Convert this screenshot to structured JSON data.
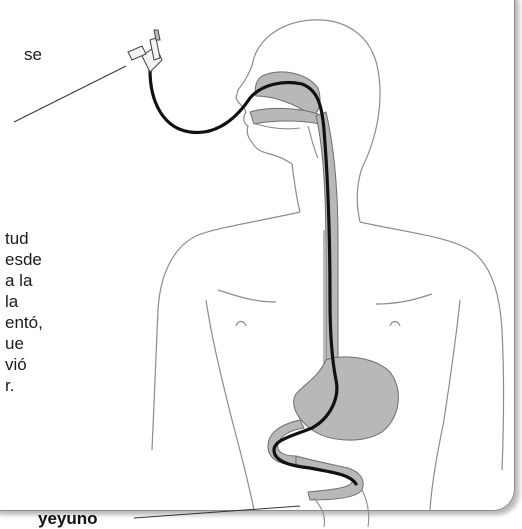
{
  "labels": {
    "fragment_top": "se",
    "fragment_lines": [
      "tud",
      "esde",
      "a la",
      "la",
      "entó,",
      "ue",
      "vió",
      "r."
    ],
    "jejunum": "yeyuno"
  },
  "colors": {
    "outline": "#8c8c8c",
    "organ_fill": "#b8b8b8",
    "tube": "#111111",
    "leader_line": "#333333"
  }
}
